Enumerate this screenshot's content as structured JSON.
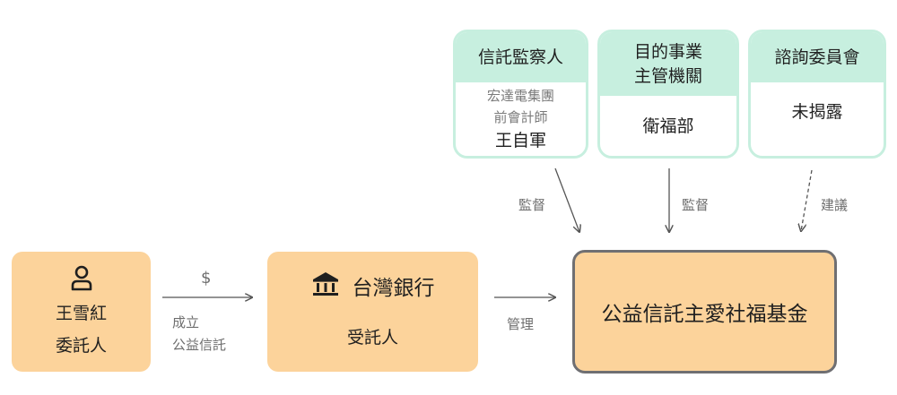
{
  "supervisor": {
    "title": "信託監察人",
    "org": "宏達電集團",
    "role": "前會計師",
    "name": "王自軍"
  },
  "authority": {
    "title_line1": "目的事業",
    "title_line2": "主管機關",
    "name": "衛福部"
  },
  "advisory": {
    "title": "諮詢委員會",
    "name": "未揭露"
  },
  "settlor": {
    "icon": "person-icon",
    "name": "王雪紅",
    "role": "委託人"
  },
  "trustee": {
    "icon": "bank-icon",
    "name": "台灣銀行",
    "role": "受託人"
  },
  "fund": {
    "name": "公益信託主愛社福基金"
  },
  "edges": {
    "money_symbol": "$",
    "establish_line1": "成立",
    "establish_line2": "公益信託",
    "manage": "管理",
    "supervise_1": "監督",
    "supervise_2": "監督",
    "advise": "建議"
  },
  "colors": {
    "mint": "#c7efdf",
    "orange": "#fcd39b",
    "fund_border": "#6f6f72"
  }
}
